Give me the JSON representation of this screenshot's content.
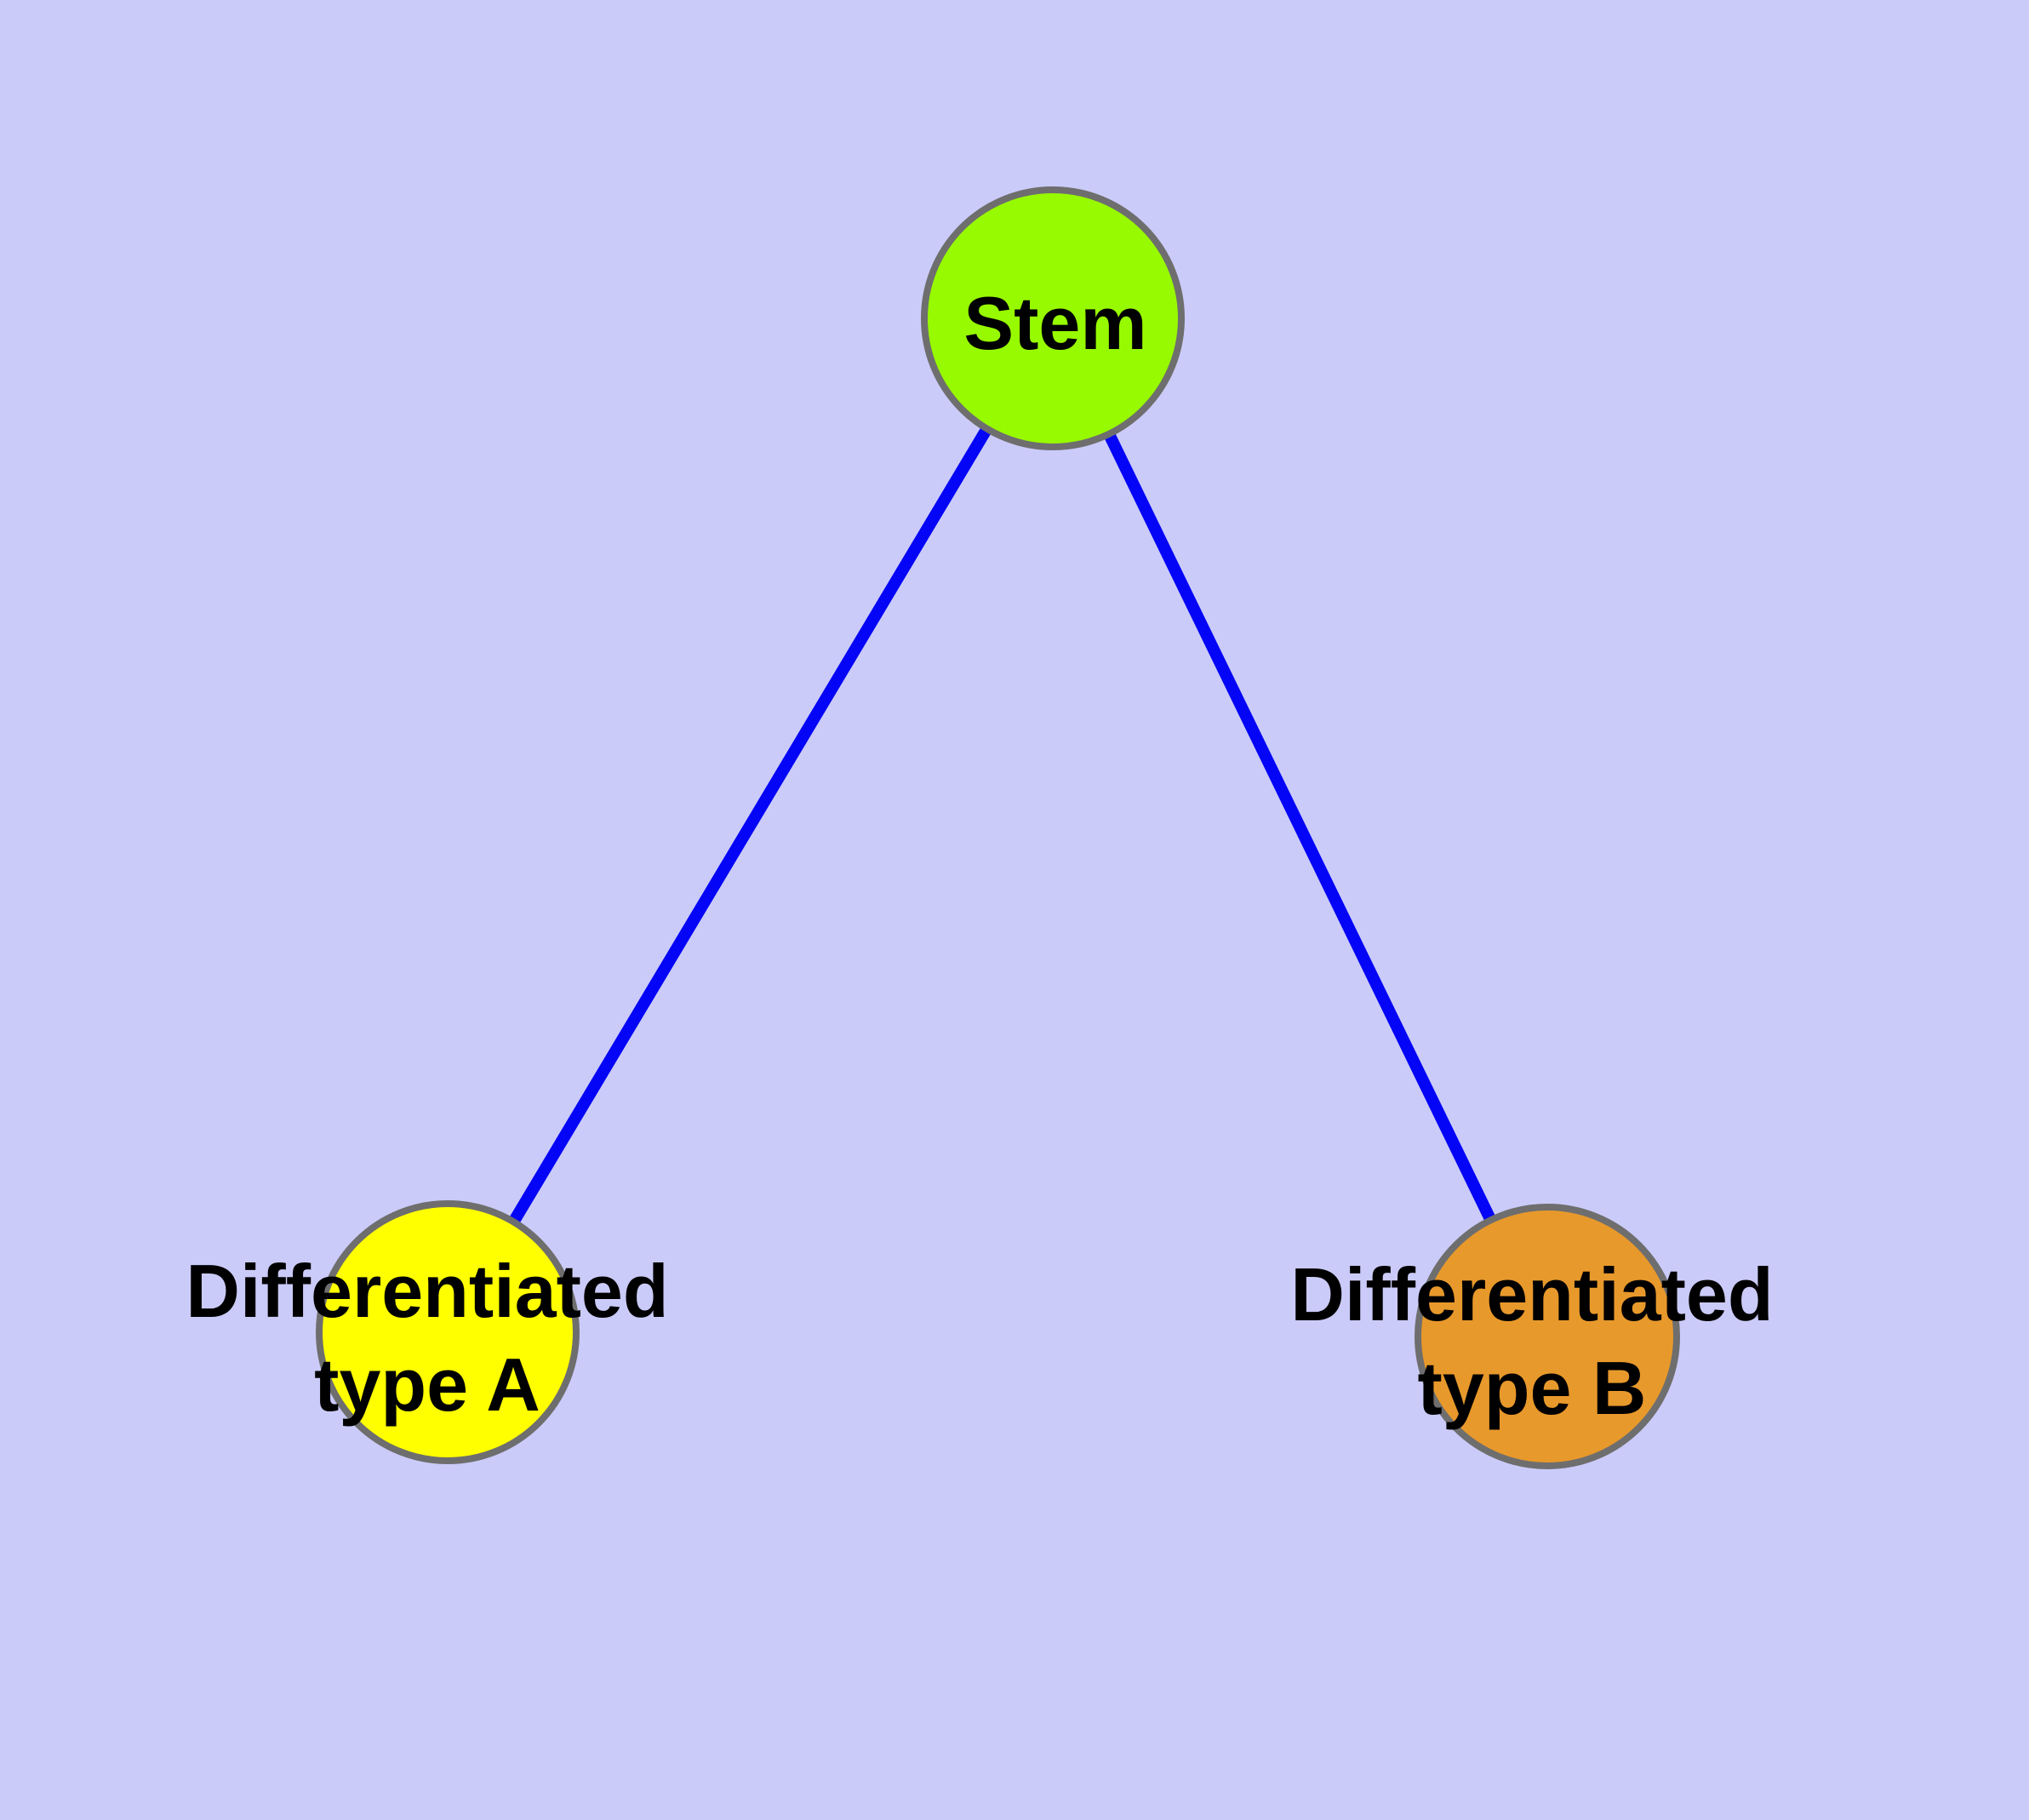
{
  "diagram": {
    "type": "graph",
    "description": "Stem cell differentiation tree: one stem node connected to two differentiated cell-type nodes",
    "background_color": "#CBCBF9",
    "edge_color": "#0404F6",
    "node_border_color": "#6E6E6E",
    "label_color": "#000000",
    "nodes": [
      {
        "id": "stem",
        "label": "Stem",
        "color": "#97FA00"
      },
      {
        "id": "differentiated-type-a",
        "label_line1": "Differentiated",
        "label_line2": "type A",
        "color": "#FFFF00"
      },
      {
        "id": "differentiated-type-b",
        "label_line1": "Differentiated",
        "label_line2": "type B",
        "color": "#E8992B"
      }
    ],
    "edges": [
      {
        "from": "Stem",
        "to": "Differentiated type A"
      },
      {
        "from": "Stem",
        "to": "Differentiated type B"
      }
    ]
  }
}
